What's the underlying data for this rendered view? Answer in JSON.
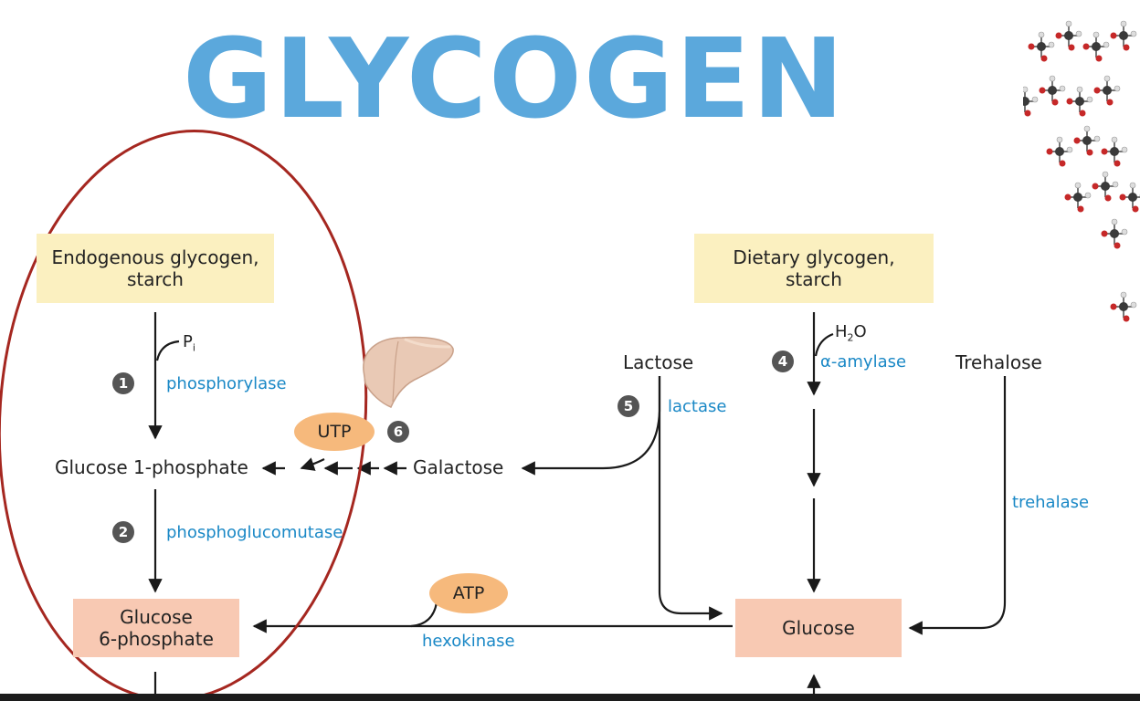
{
  "title": "GLYCOGEN",
  "colors": {
    "title": "#5ba8dc",
    "enzyme_text": "#1a88c6",
    "source_box": "#fbf0c0",
    "product_box": "#f8c9b3",
    "cofactor_pill": "#f6b97c",
    "step_badge": "#555555",
    "highlight_ellipse": "#a52720",
    "arrow": "#1a1a1a",
    "bottom_bar": "#1c1c1c"
  },
  "boxes": {
    "endogenous": "Endogenous glycogen,\nstarch",
    "dietary": "Dietary glycogen,\nstarch",
    "g6p": "Glucose\n6-phosphate",
    "glucose": "Glucose"
  },
  "metabolites": {
    "g1p": "Glucose 1-phosphate",
    "galactose": "Galactose",
    "lactose": "Lactose",
    "trehalose": "Trehalose"
  },
  "cofactors": {
    "pi": "P",
    "pi_sub": "i",
    "h2o_main": "H",
    "h2o_sub": "2",
    "h2o_end": "O",
    "utp": "UTP",
    "atp": "ATP"
  },
  "enzymes": {
    "phosphorylase": "phosphorylase",
    "phosphoglucomutase": "phosphoglucomutase",
    "amylase": "α-amylase",
    "lactase": "lactase",
    "trehalase": "trehalase",
    "hexokinase": "hexokinase"
  },
  "steps": [
    "1",
    "2",
    "4",
    "5",
    "6"
  ],
  "images": {
    "liver": "liver-icon",
    "molecule": "glycogen-molecule-model"
  }
}
